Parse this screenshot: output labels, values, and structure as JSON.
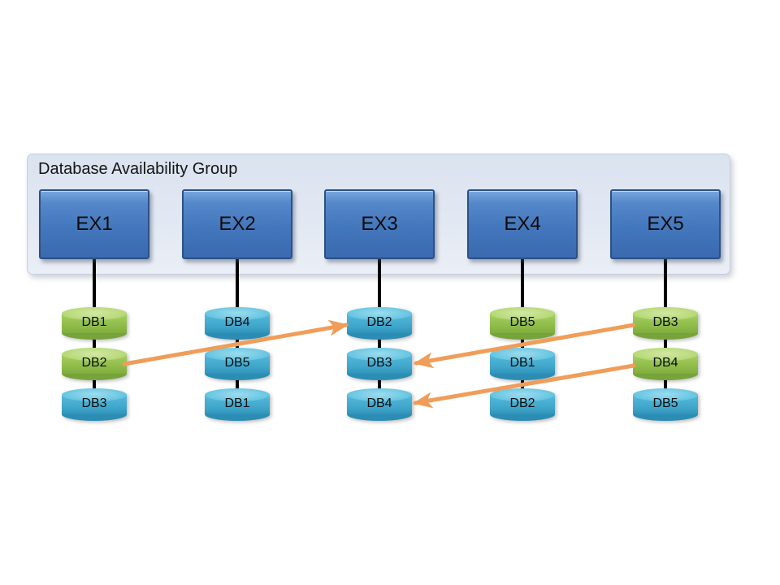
{
  "title": "Database Availability Group",
  "colors": {
    "container_fill": "#E2E8F3",
    "server_blue": "#4377BC",
    "active_db_green": "#8EBA48",
    "passive_db_blue": "#3FA6CB",
    "arrow_orange": "#F09D5A",
    "connector_black": "#000000"
  },
  "servers": [
    {
      "name": "EX1",
      "dbs": [
        {
          "label": "DB1",
          "variant": "green"
        },
        {
          "label": "DB2",
          "variant": "green"
        },
        {
          "label": "DB3",
          "variant": "blue"
        }
      ]
    },
    {
      "name": "EX2",
      "dbs": [
        {
          "label": "DB4",
          "variant": "blue"
        },
        {
          "label": "DB5",
          "variant": "blue"
        },
        {
          "label": "DB1",
          "variant": "blue"
        }
      ]
    },
    {
      "name": "EX3",
      "dbs": [
        {
          "label": "DB2",
          "variant": "blue"
        },
        {
          "label": "DB3",
          "variant": "blue"
        },
        {
          "label": "DB4",
          "variant": "blue"
        }
      ]
    },
    {
      "name": "EX4",
      "dbs": [
        {
          "label": "DB5",
          "variant": "green"
        },
        {
          "label": "DB1",
          "variant": "blue"
        },
        {
          "label": "DB2",
          "variant": "blue"
        }
      ]
    },
    {
      "name": "EX5",
      "dbs": [
        {
          "label": "DB3",
          "variant": "green"
        },
        {
          "label": "DB4",
          "variant": "green"
        },
        {
          "label": "DB5",
          "variant": "blue"
        }
      ]
    }
  ],
  "replication_arrows": [
    {
      "from": "EX1/DB2",
      "to": "EX3/DB2"
    },
    {
      "from": "EX5/DB3",
      "to": "EX3/DB3"
    },
    {
      "from": "EX5/DB4",
      "to": "EX3/DB4"
    }
  ]
}
